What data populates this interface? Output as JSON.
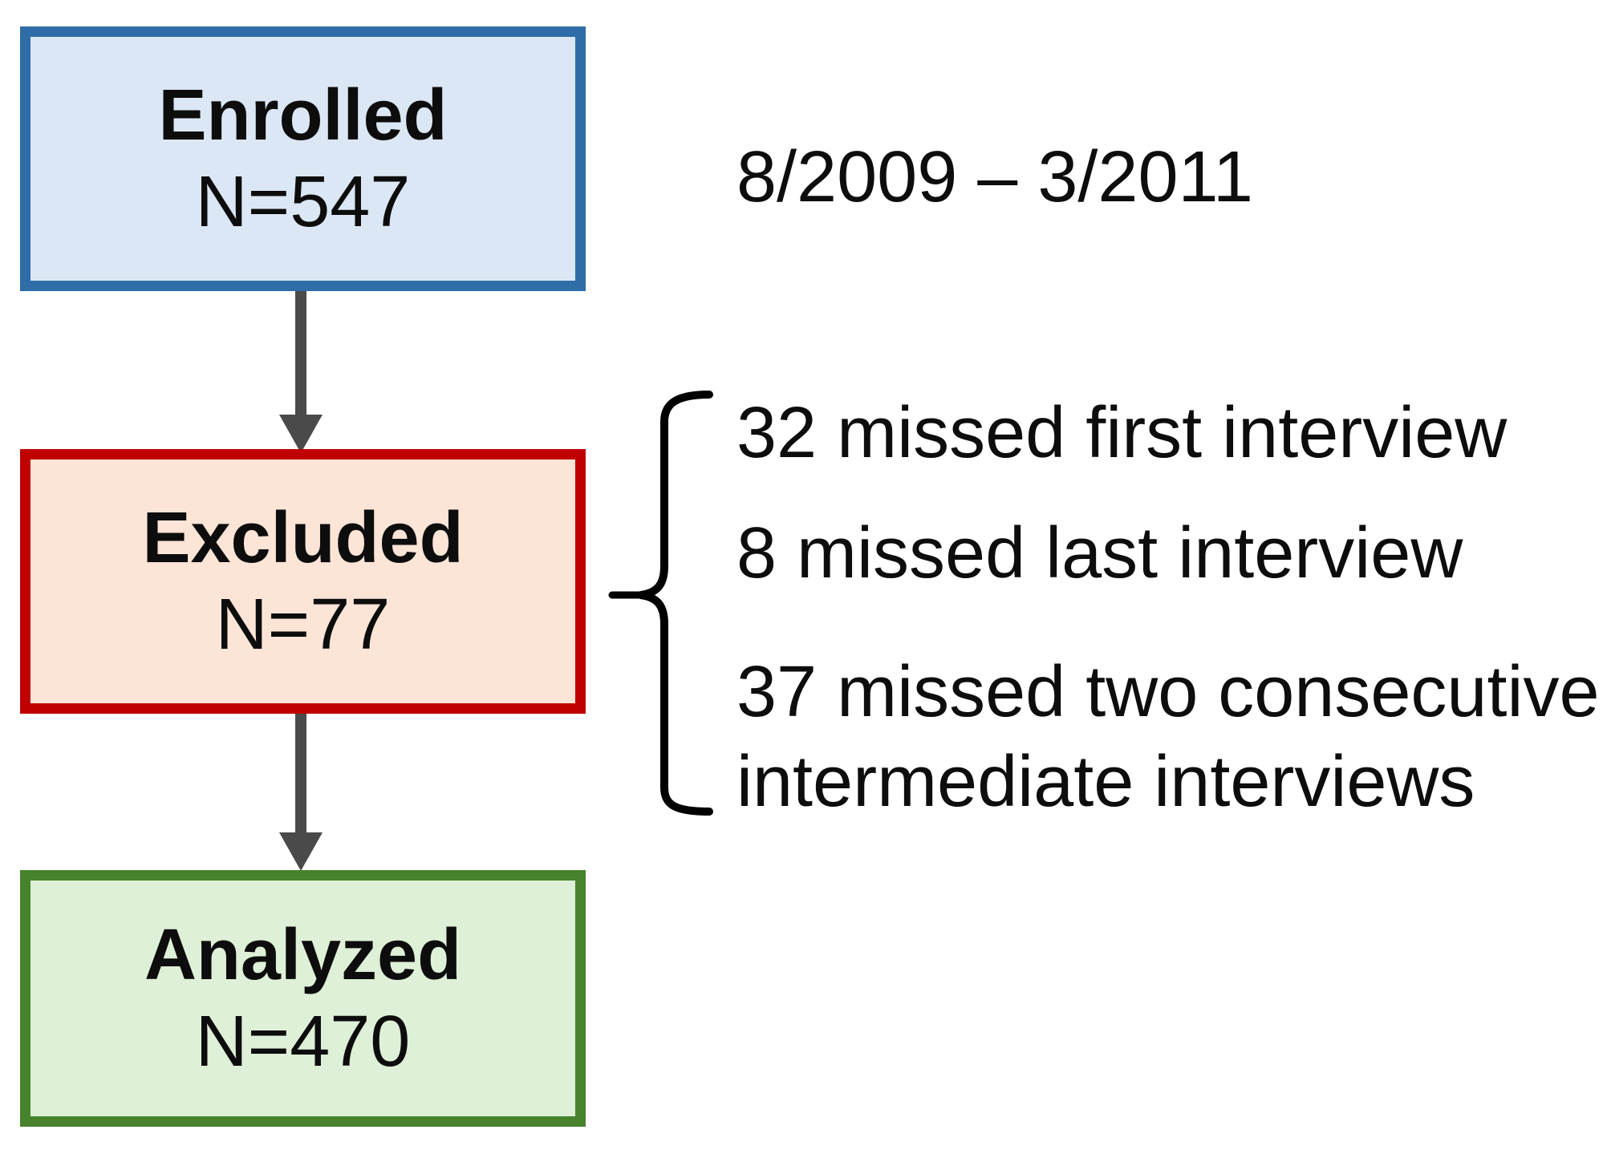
{
  "flow": {
    "boxes": [
      {
        "id": "enrolled",
        "label": "Enrolled",
        "count": "N=547",
        "border": "#2E6DA8",
        "fill": "#DCE7F5"
      },
      {
        "id": "excluded",
        "label": "Excluded",
        "count": "N=77",
        "border": "#C00000",
        "fill": "#FCE4D7"
      },
      {
        "id": "analyzed",
        "label": "Analyzed",
        "count": "N=470",
        "border": "#47832D",
        "fill": "#DEF0D7"
      }
    ],
    "arrow_color": "#4A4A4A",
    "brace_color": "#000000",
    "text_color": "#0D0D0D"
  },
  "annotations": {
    "date_range": "8/2009 – 3/2011",
    "exclusion_reasons": [
      "32 missed first interview",
      "8 missed last interview",
      "37 missed two consecutive intermediate interviews"
    ]
  }
}
